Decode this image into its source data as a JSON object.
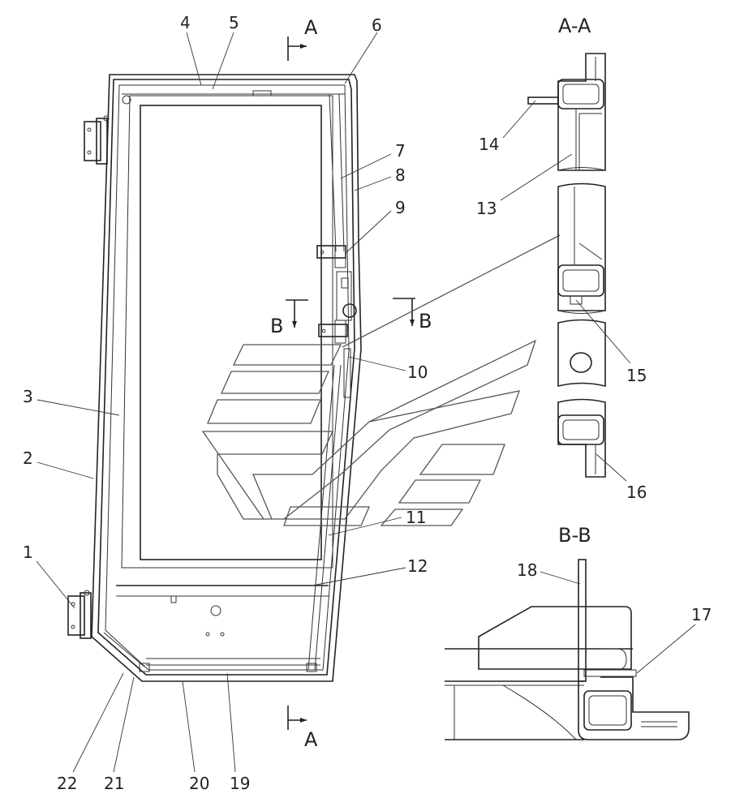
{
  "section_labels": {
    "aa": "A-A",
    "bb": "B-B",
    "cut_a": "A",
    "cut_b": "B"
  },
  "callouts": [
    "1",
    "2",
    "3",
    "4",
    "5",
    "6",
    "7",
    "8",
    "9",
    "10",
    "11",
    "12",
    "13",
    "14",
    "15",
    "16",
    "17",
    "18",
    "19",
    "20",
    "21",
    "22"
  ]
}
